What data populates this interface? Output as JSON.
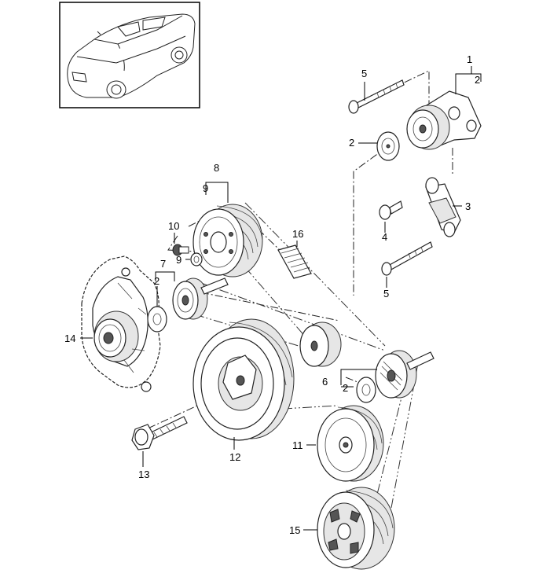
{
  "callouts": {
    "p1": "1",
    "p2a": "2",
    "p2b": "2",
    "p2c": "2",
    "p2d": "2",
    "p3": "3",
    "p4": "4",
    "p5a": "5",
    "p5b": "5",
    "p6": "6",
    "p7": "7",
    "p8": "8",
    "p9a": "9",
    "p9b": "9",
    "p10": "10",
    "p11": "11",
    "p12": "12",
    "p13": "13",
    "p14": "14",
    "p15": "15",
    "p16": "16"
  }
}
